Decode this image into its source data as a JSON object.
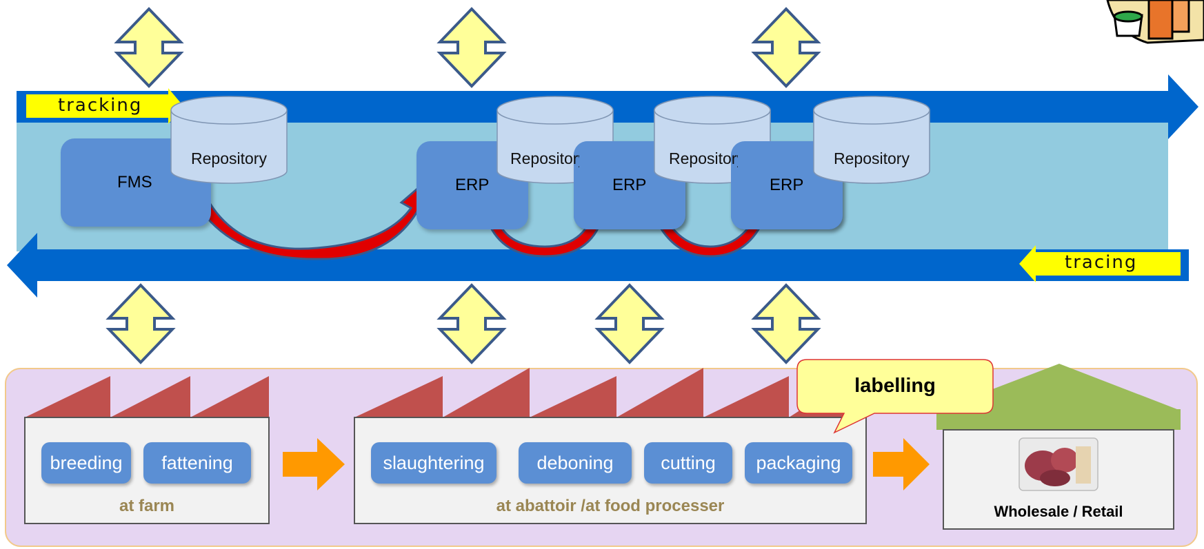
{
  "bands": {
    "tracking_label": "tracking",
    "tracing_label": "tracing"
  },
  "systems": [
    {
      "label": "FMS",
      "repository": "Repository"
    },
    {
      "label": "ERP",
      "repository": "Repository"
    },
    {
      "label": "ERP",
      "repository": "Repository"
    },
    {
      "label": "ERP",
      "repository": "Repository"
    }
  ],
  "stages": {
    "farm": {
      "label": "at farm",
      "processes": [
        "breeding",
        "fattening"
      ]
    },
    "abattoir": {
      "label": "at abattoir /at food processer",
      "processes": [
        "slaughtering",
        "deboning",
        "cutting",
        "packaging"
      ]
    },
    "retail": {
      "label": "Wholesale / Retail"
    }
  },
  "callout": {
    "label": "labelling"
  },
  "colors": {
    "band_blue": "#0066cc",
    "panel_teal": "#92cbdf",
    "box_blue": "#5b8fd4",
    "repo_fill": "#c6d9f0",
    "arrow_yellow": "#ffff99",
    "arrow_outline": "#3b5a8a",
    "label_yellow": "#ffff00",
    "flow_red": "#e00000",
    "factory_red": "#c0504d",
    "roof_green": "#9bbb59",
    "flow_orange": "#ff9900",
    "lower_panel": "#e6d5f2",
    "stage_text": "#9a8653"
  },
  "icons": [
    "double-arrow-icon",
    "database-icon",
    "factory-roof-icon",
    "store-roof-icon",
    "meat-package-icon",
    "cartoon-figure-icon"
  ]
}
